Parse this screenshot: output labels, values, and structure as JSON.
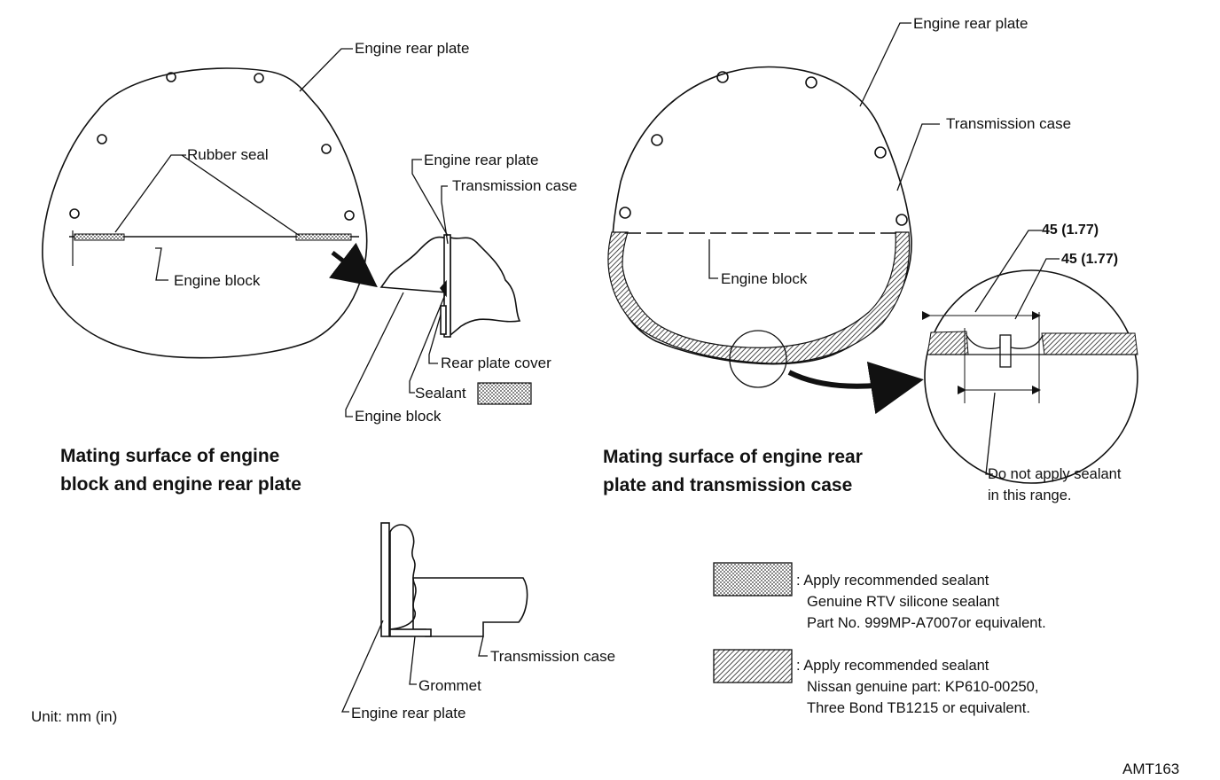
{
  "labels": {
    "left_engine_rear_plate": "Engine rear plate",
    "rubber_seal": "Rubber seal",
    "left_engine_block": "Engine block",
    "detail_engine_rear_plate": "Engine rear plate",
    "detail_transmission_case": "Transmission case",
    "rear_plate_cover": "Rear plate cover",
    "sealant": "Sealant",
    "detail_engine_block": "Engine block",
    "right_engine_rear_plate": "Engine rear plate",
    "right_transmission_case": "Transmission case",
    "right_engine_block": "Engine block",
    "dim_outer": "45 (1.77)",
    "dim_inner": "45 (1.77)",
    "no_sealant_note": [
      "Do not apply sealant",
      "in this range."
    ],
    "bottom_transmission_case": "Transmission case",
    "grommet": "Grommet",
    "bottom_engine_rear_plate": "Engine rear plate"
  },
  "titles": {
    "left": [
      "Mating surface of engine",
      "block and engine rear plate"
    ],
    "right": [
      "Mating surface of engine rear",
      "plate and transmission case"
    ]
  },
  "legend": [
    {
      "pattern": "dots",
      "lines": [
        ": Apply recommended sealant",
        "Genuine RTV silicone sealant",
        "Part No. 999MP-A7007or equivalent."
      ]
    },
    {
      "pattern": "hatch",
      "lines": [
        ": Apply recommended sealant",
        "Nissan genuine part: KP610-00250,",
        "Three Bond TB1215 or equivalent."
      ]
    }
  ],
  "unit": "Unit: mm (in)",
  "figure_code": "AMT163"
}
